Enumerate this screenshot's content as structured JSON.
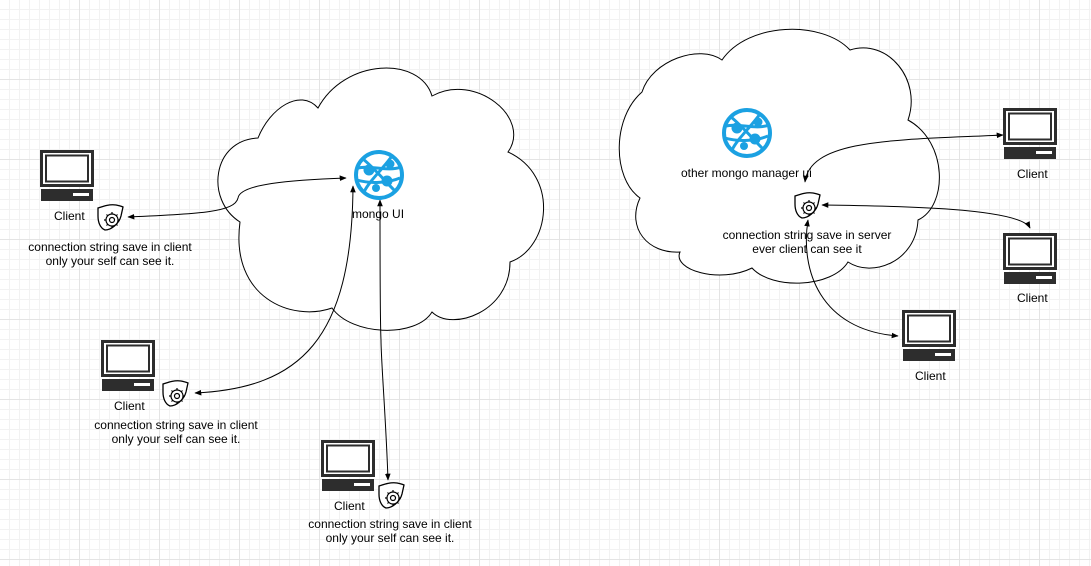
{
  "diagram": {
    "left_cloud": {
      "service_label": "mongo UI",
      "service_icon": "web-app-globe-icon"
    },
    "right_cloud": {
      "service_label": "other mongo manager ui",
      "service_icon": "web-app-globe-icon",
      "note_line1": "connection string save in server",
      "note_line2": "ever client can see it"
    },
    "left_clients": [
      {
        "label": "Client",
        "note_line1": "connection string save in client",
        "note_line2": "only your self can see it."
      },
      {
        "label": "Client",
        "note_line1": "connection string save in client",
        "note_line2": "only your self can see it."
      },
      {
        "label": "Client",
        "note_line1": "connection string save in client",
        "note_line2": "only your self can see it."
      }
    ],
    "right_clients": [
      {
        "label": "Client"
      },
      {
        "label": "Client"
      },
      {
        "label": "Client"
      }
    ],
    "icons": {
      "client": "computer-icon",
      "config": "shield-gear-icon"
    },
    "colors": {
      "globe": "#1ba1e2",
      "stroke": "#000000",
      "computer": "#2d2d2d"
    }
  }
}
